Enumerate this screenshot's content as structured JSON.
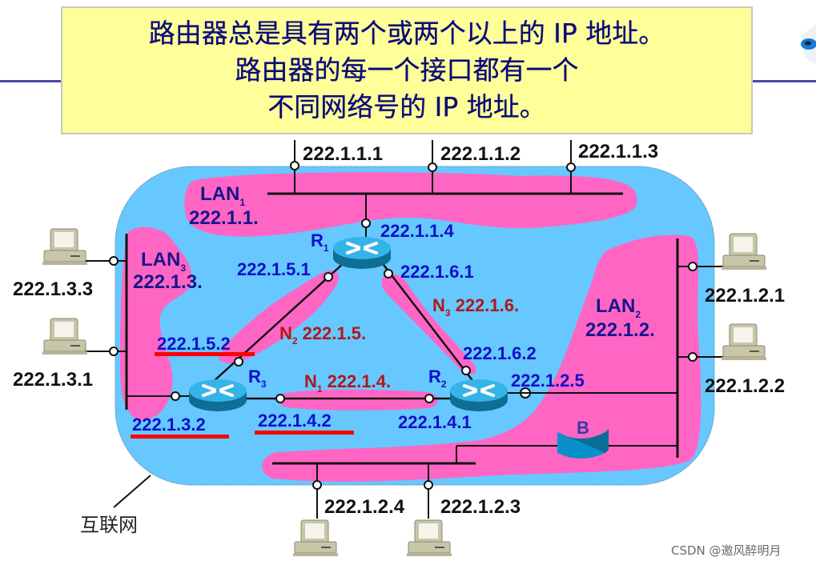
{
  "banner": {
    "lines": [
      "路由器总是具有两个或两个以上的  IP  地址。",
      "路由器的每一个接口都有一个",
      "不同网络号的  IP  地址。"
    ],
    "bg_color": "#ffff99",
    "text_color": "#0a0a7a"
  },
  "colors": {
    "internet_cloud": "#66c8ff",
    "network_highlight": "#ff66c4",
    "underline": "#ff0000",
    "router": "#1a8ab8"
  },
  "internet_label": "互联网",
  "networks": {
    "lan1": {
      "name": "LAN",
      "sub": "1",
      "prefix": "222.1.1."
    },
    "lan2": {
      "name": "LAN",
      "sub": "2",
      "prefix": "222.1.2."
    },
    "lan3": {
      "name": "LAN",
      "sub": "3",
      "prefix": "222.1.3."
    },
    "n1": {
      "name": "N",
      "sub": "1",
      "prefix": "222.1.4."
    },
    "n2": {
      "name": "N",
      "sub": "2",
      "prefix": "222.1.5."
    },
    "n3": {
      "name": "N",
      "sub": "3",
      "prefix": "222.1.6."
    }
  },
  "routers": {
    "r1": {
      "name": "R",
      "sub": "1",
      "ifaces": {
        "lan1": "222.1.1.4",
        "n2": "222.1.5.1",
        "n3": "222.1.6.1"
      }
    },
    "r2": {
      "name": "R",
      "sub": "2",
      "ifaces": {
        "n3": "222.1.6.2",
        "n1": "222.1.4.1",
        "lan2": "222.1.2.5"
      }
    },
    "r3": {
      "name": "R",
      "sub": "3",
      "ifaces": {
        "n2": "222.1.5.2",
        "n1": "222.1.4.2",
        "lan3": "222.1.3.2"
      }
    }
  },
  "bridge": {
    "label": "B"
  },
  "hosts": {
    "lan1": [
      "222.1.1.1",
      "222.1.1.2",
      "222.1.1.3"
    ],
    "lan2": [
      "222.1.2.1",
      "222.1.2.2",
      "222.1.2.3",
      "222.1.2.4"
    ],
    "lan3": [
      "222.1.3.3",
      "222.1.3.1"
    ]
  },
  "watermark": "CSDN @邀风醉明月"
}
